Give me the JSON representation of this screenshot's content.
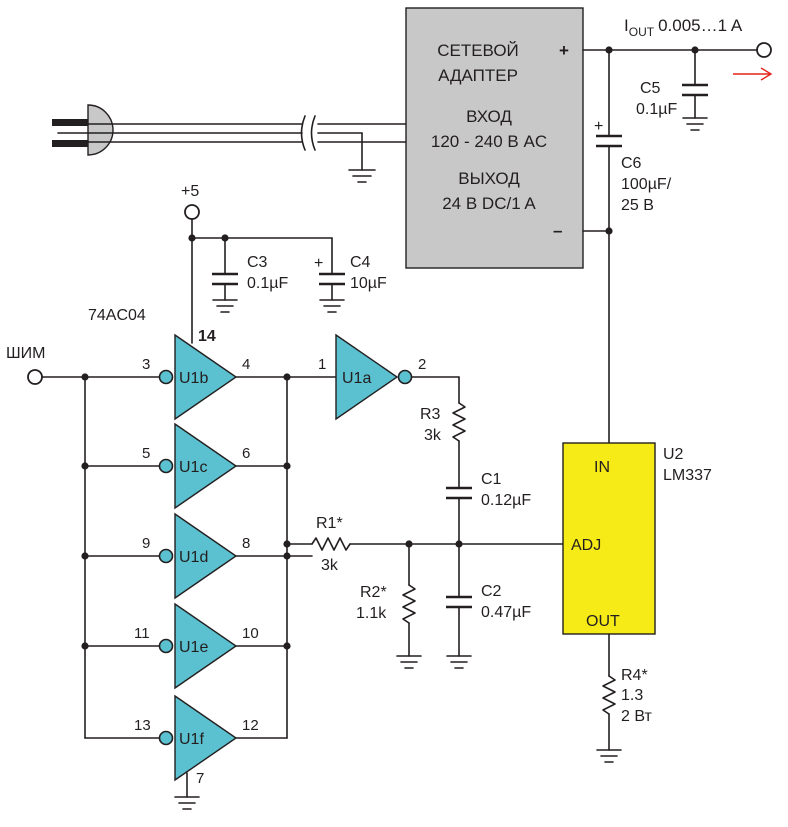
{
  "output_label": {
    "prefix": "I",
    "subscript": "OUT",
    "value": "0.005…1 A"
  },
  "adapter": {
    "line1": "СЕТЕВОЙ",
    "line2": "АДАПТЕР",
    "in_title": "ВХОД",
    "in_value": "120 - 240 В AC",
    "out_title": "ВЫХОД",
    "out_value": "24 В DC/1 A",
    "plus": "+",
    "minus": "–"
  },
  "supply": {
    "label": "+5"
  },
  "pwm": {
    "label": "ШИМ"
  },
  "ic": {
    "part": "74AC04",
    "vcc_pin": "14",
    "gnd_pin": "7"
  },
  "gates": [
    {
      "name": "U1b",
      "in_pin": "3",
      "out_pin": "4"
    },
    {
      "name": "U1a",
      "in_pin": "1",
      "out_pin": "2"
    },
    {
      "name": "U1c",
      "in_pin": "5",
      "out_pin": "6"
    },
    {
      "name": "U1d",
      "in_pin": "9",
      "out_pin": "8"
    },
    {
      "name": "U1e",
      "in_pin": "11",
      "out_pin": "10"
    },
    {
      "name": "U1f",
      "in_pin": "13",
      "out_pin": "12"
    }
  ],
  "components": {
    "c3": {
      "ref": "C3",
      "value": "0.1µF"
    },
    "c4": {
      "ref": "C4",
      "value": "10µF"
    },
    "c5": {
      "ref": "C5",
      "value": "0.1µF"
    },
    "c6": {
      "ref": "C6",
      "value": "100µF/",
      "value2": "25 В"
    },
    "c1": {
      "ref": "C1",
      "value": "0.12µF"
    },
    "c2": {
      "ref": "C2",
      "value": "0.47µF"
    },
    "r1": {
      "ref": "R1*",
      "value": "3k"
    },
    "r2": {
      "ref": "R2*",
      "value": "1.1k"
    },
    "r3": {
      "ref": "R3",
      "value": "3k"
    },
    "r4": {
      "ref": "R4*",
      "value": "1.3",
      "value2": "2 Вт"
    }
  },
  "regulator": {
    "ref": "U2",
    "part": "LM337",
    "pin_in": "IN",
    "pin_adj": "ADJ",
    "pin_out": "OUT"
  },
  "polarity": {
    "plus": "+"
  },
  "colors": {
    "gate": "#5bc0cf",
    "adapter": "#c9c8c8",
    "regulator": "#f6eb16",
    "arrow": "#e2231a",
    "wire": "#231f20"
  }
}
